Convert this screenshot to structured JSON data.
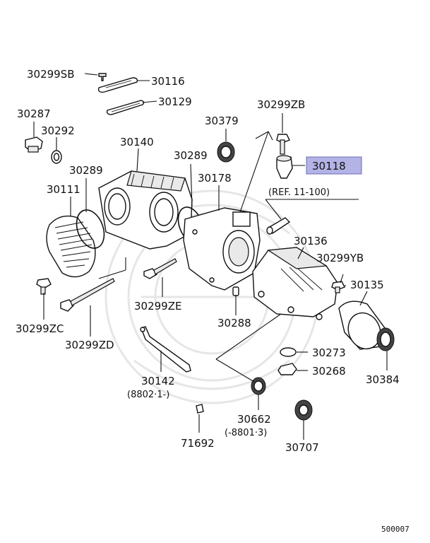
{
  "labels": {
    "p30299sb": "30299SB",
    "p30116": "30116",
    "p30129": "30129",
    "p30287": "30287",
    "p30292": "30292",
    "p30140": "30140",
    "p30379": "30379",
    "p30299zb": "30299ZB",
    "p30289a": "30289",
    "p30289b": "30289",
    "p30118": "30118",
    "p30111": "30111",
    "p30178": "30178",
    "ref": "(REF. 11-100)",
    "p30136": "30136",
    "p30299yb": "30299YB",
    "p30135": "30135",
    "p30299zc": "30299ZC",
    "p30299ze": "30299ZE",
    "p30288": "30288",
    "p30299zd": "30299ZD",
    "p30273": "30273",
    "p30268": "30268",
    "p30384": "30384",
    "p30142": "30142",
    "p30142_note": "(8802·1-)",
    "p30662": "30662",
    "p30662_note": "(-8801·3)",
    "p71692": "71692",
    "p30707": "30707",
    "figure_code": "500007"
  },
  "colors": {
    "highlight_fill": "#b3b3e6",
    "highlight_border": "#6b6bb8",
    "ink": "#111111"
  }
}
